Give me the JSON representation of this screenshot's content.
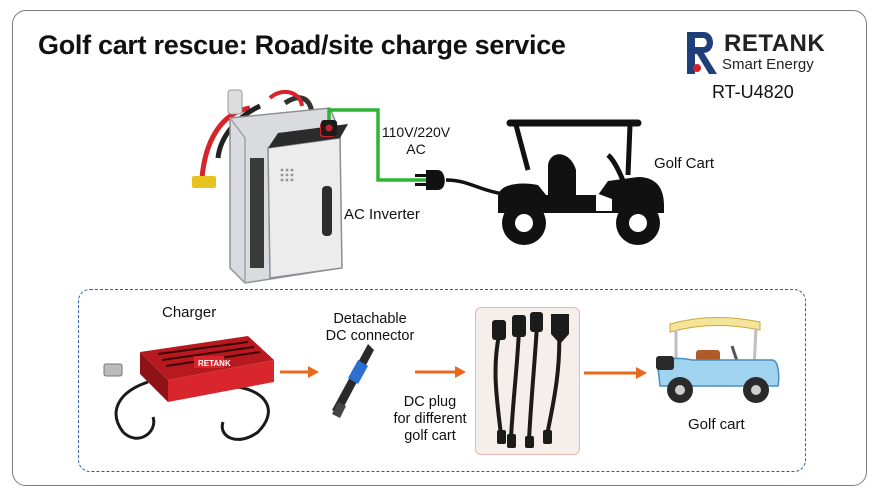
{
  "title": "Golf cart rescue: Road/site charge service",
  "brand": {
    "name": "RETANK",
    "subtitle": "Smart Energy",
    "model": "RT-U4820",
    "colors": {
      "blue": "#1f3f7a",
      "red": "#d2232a"
    }
  },
  "top_row": {
    "inverter_label": "AC Inverter",
    "power_label_line1": "110V/220V",
    "power_label_line2": "AC",
    "golf_cart_label": "Golf Cart"
  },
  "bottom_row": {
    "charger_label": "Charger",
    "connector_label_line1": "Detachable",
    "connector_label_line2": "DC connector",
    "plug_label_line1": "DC plug",
    "plug_label_line2": "for different",
    "plug_label_line3": "golf cart",
    "golf_cart_label": "Golf cart",
    "charger_brand": "RETANK"
  },
  "colors": {
    "ac_cable": "#2bb532",
    "arrow": "#e8681e",
    "dash_border": "#2b5ea8",
    "charger_body": "#d9262c"
  }
}
